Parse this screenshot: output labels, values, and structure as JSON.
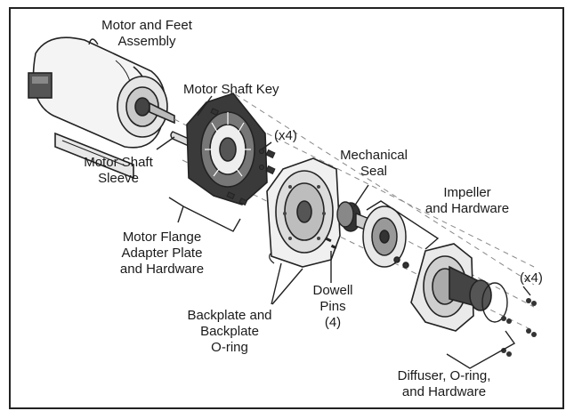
{
  "labels": {
    "motor_feet": [
      "Motor and Feet",
      "Assembly"
    ],
    "motor_shaft_key": "Motor Shaft Key",
    "qty_top": "(x4)",
    "motor_shaft_sleeve": [
      "Motor Shaft",
      "Sleeve"
    ],
    "mechanical_seal": [
      "Mechanical",
      "Seal"
    ],
    "impeller": [
      "Impeller",
      "and Hardware"
    ],
    "motor_flange": [
      "Motor Flange",
      "Adapter Plate",
      "and Hardware"
    ],
    "qty_right": "(x4)",
    "dowell_pins": [
      "Dowell",
      "Pins",
      "(4)"
    ],
    "backplate": [
      "Backplate and",
      "Backplate",
      "O-ring"
    ],
    "diffuser": [
      "Diffuser, O-ring,",
      "and Hardware"
    ]
  }
}
